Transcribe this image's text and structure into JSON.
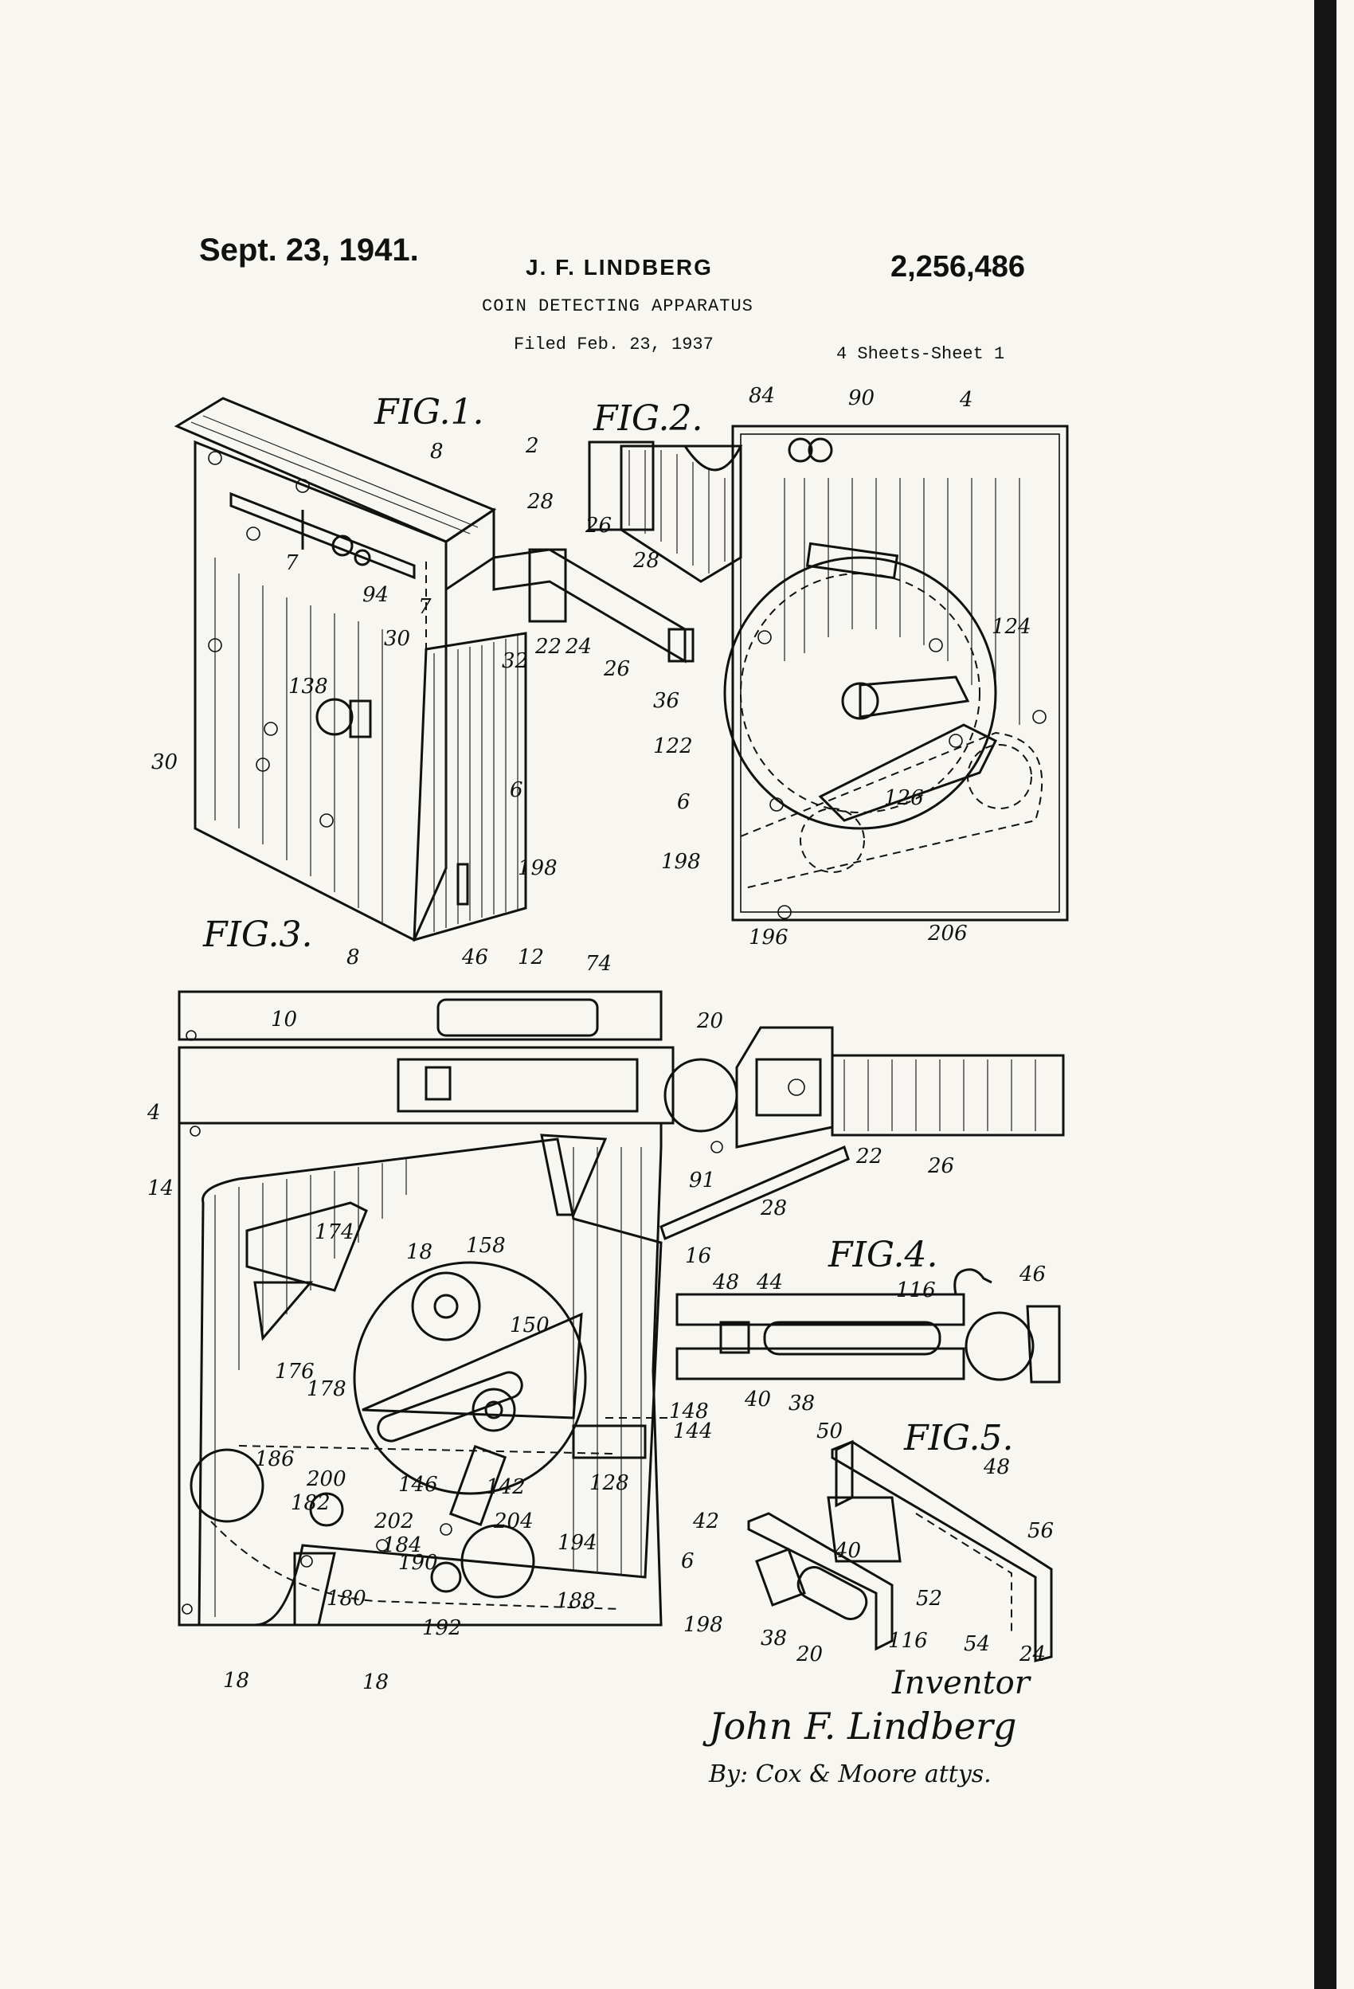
{
  "header": {
    "date": "Sept. 23, 1941.",
    "inventor": "J. F. LINDBERG",
    "patent_number": "2,256,486",
    "title": "COIN DETECTING APPARATUS",
    "filed": "Filed Feb. 23, 1937",
    "sheets": "4 Sheets-Sheet 1"
  },
  "figures": {
    "fig1": "FIG.1.",
    "fig2": "FIG.2.",
    "fig3": "FIG.3.",
    "fig4": "FIG.4.",
    "fig5": "FIG.5."
  },
  "labels": {
    "fig1": [
      "8",
      "2",
      "28",
      "7",
      "94",
      "7",
      "30",
      "32",
      "22",
      "24",
      "26",
      "36",
      "138",
      "30",
      "6",
      "198"
    ],
    "fig2": [
      "84",
      "90",
      "4",
      "26",
      "28",
      "124",
      "122",
      "6",
      "126",
      "198",
      "196",
      "206"
    ],
    "fig3": [
      "8",
      "46",
      "12",
      "74",
      "10",
      "20",
      "4",
      "14",
      "22",
      "26",
      "91",
      "28",
      "174",
      "18",
      "158",
      "16",
      "176",
      "178",
      "150",
      "148",
      "144",
      "186",
      "200",
      "146",
      "142",
      "128",
      "182",
      "202",
      "204",
      "194",
      "184",
      "190",
      "6",
      "180",
      "188",
      "192",
      "198",
      "18",
      "18"
    ],
    "fig4": [
      "48",
      "44",
      "116",
      "46",
      "40",
      "38"
    ],
    "fig5": [
      "50",
      "48",
      "56",
      "42",
      "40",
      "52",
      "38",
      "20",
      "116",
      "54",
      "24"
    ]
  },
  "signature": {
    "line1": "Inventor",
    "line2": "John F. Lindberg",
    "line3": "By: Cox & Moore attys."
  }
}
